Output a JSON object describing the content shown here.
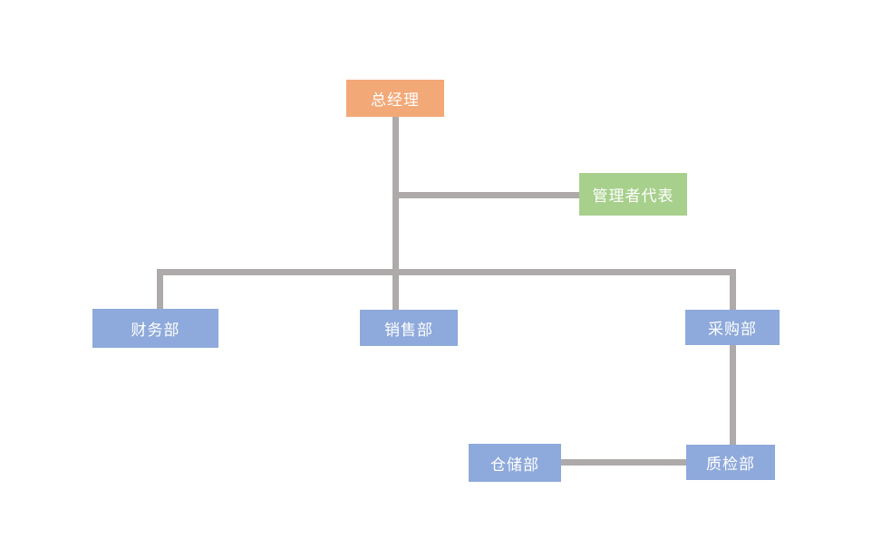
{
  "diagram": {
    "type": "org-chart",
    "colors": {
      "root_node": "#F3A877",
      "staff_node": "#A7D08C",
      "dept_node": "#8EA9DB",
      "connector_line": "#AEAAAA",
      "node_text": "#FFFFFF",
      "background": "#FFFFFF"
    },
    "nodes": {
      "gm": {
        "label": "总经理",
        "role": "root"
      },
      "rep": {
        "label": "管理者代表",
        "role": "staff"
      },
      "finance": {
        "label": "财务部",
        "role": "dept"
      },
      "sales": {
        "label": "销售部",
        "role": "dept"
      },
      "purchase": {
        "label": "采购部",
        "role": "dept"
      },
      "warehouse": {
        "label": "仓储部",
        "role": "dept"
      },
      "qc": {
        "label": "质检部",
        "role": "dept"
      }
    },
    "edges": [
      {
        "from": "gm",
        "to": "rep"
      },
      {
        "from": "gm",
        "to": "finance"
      },
      {
        "from": "gm",
        "to": "sales"
      },
      {
        "from": "gm",
        "to": "purchase"
      },
      {
        "from": "purchase",
        "to": "qc"
      },
      {
        "from": "warehouse",
        "to": "qc"
      }
    ]
  }
}
